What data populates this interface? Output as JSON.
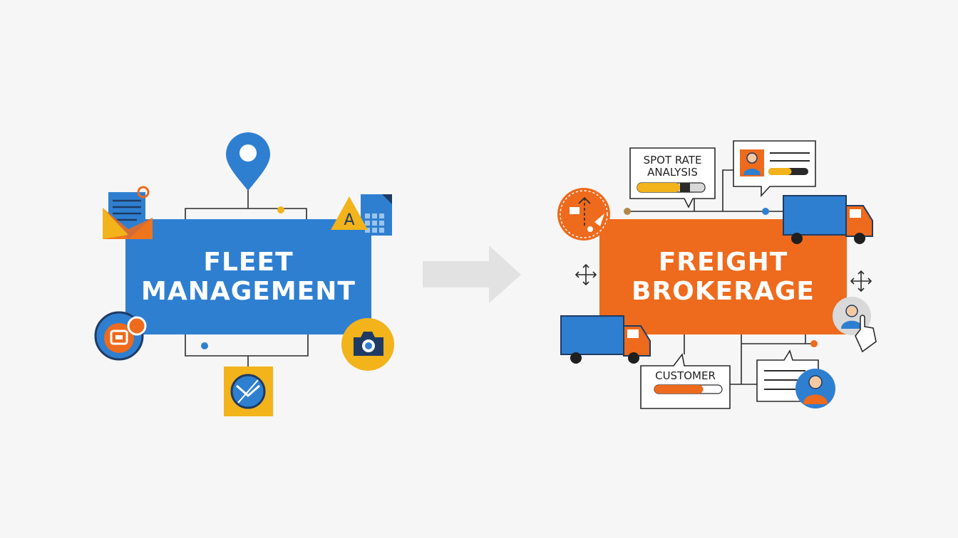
{
  "left": {
    "title_line1": "FLEET",
    "title_line2": "MANAGEMENT",
    "color": "#2f7fd1",
    "icons": [
      "location-pin-icon",
      "envelope-icon",
      "calendar-icon",
      "badge-icon",
      "camera-icon",
      "compass-icon"
    ]
  },
  "arrow": {
    "color": "#e2e2e2"
  },
  "right": {
    "title_line1": "FREIGHT",
    "title_line2": "BROKERAGE",
    "color": "#ee6a1c",
    "spot_rate_line1": "SPOT RATE",
    "spot_rate_line2": "ANALYSIS",
    "spot_rate_progress": 0.63,
    "profile_progress": 0.58,
    "customer_label": "CUSTOMER",
    "customer_progress": 0.72,
    "icons": [
      "route-icon",
      "truck-icon",
      "move-icon",
      "person-icon",
      "hand-pointer-icon",
      "chat-icon"
    ]
  },
  "colors": {
    "blue": "#2f7fd1",
    "orange": "#ee6a1c",
    "yellow": "#f2b31b",
    "navy": "#1f3b63"
  }
}
